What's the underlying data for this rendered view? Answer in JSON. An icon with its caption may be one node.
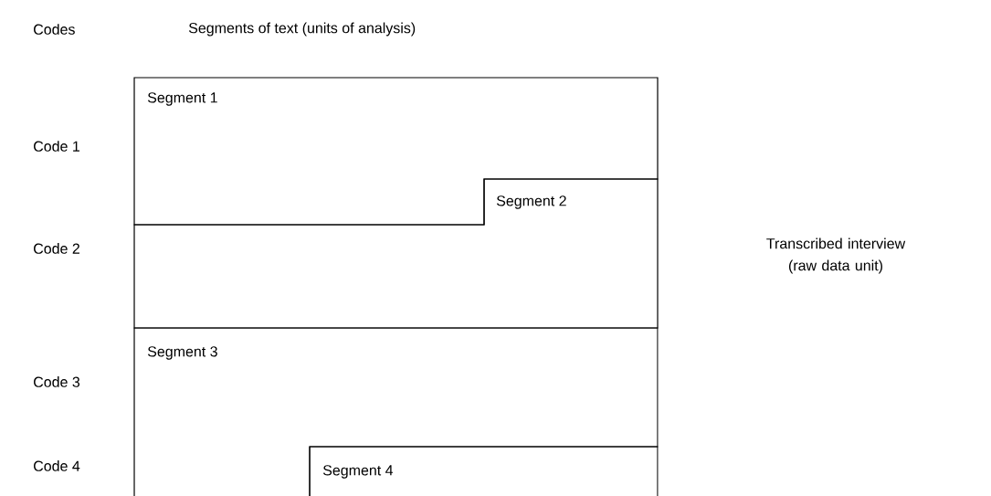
{
  "diagram": {
    "nodes": [
      {
        "text": [
          "Segment 1"
        ]
      },
      {
        "text": [
          "Segment 2"
        ]
      },
      {
        "text": [
          "Segment 3"
        ]
      },
      {
        "text": [
          "Segment 4"
        ]
      }
    ],
    "labels": [
      "Codes",
      "Segments of text (units of analysis)",
      "Code 1",
      "Transcribed interview (raw data unit)",
      "Code 2",
      "Code 3",
      "Code 4"
    ]
  }
}
